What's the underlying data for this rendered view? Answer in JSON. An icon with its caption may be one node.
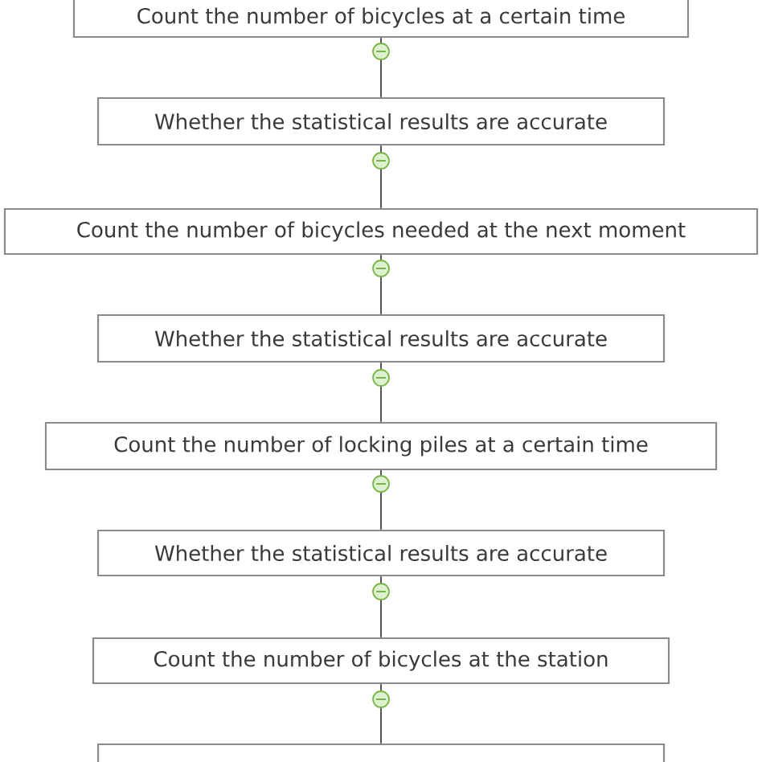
{
  "diagram": {
    "nodes": [
      {
        "text": [
          "Count the number of bicycles at a certain time"
        ]
      },
      {
        "text": [
          "Whether the statistical results are accurate"
        ]
      },
      {
        "text": [
          "Count the number of bicycles needed at the next moment"
        ]
      },
      {
        "text": [
          "Whether the statistical results are accurate"
        ]
      },
      {
        "text": [
          "Count the number of locking piles at a certain time"
        ]
      },
      {
        "text": [
          "Whether the statistical results are accurate"
        ]
      },
      {
        "text": [
          "Count the number of bicycles at the station"
        ]
      },
      {
        "text": [],
        "shape": "box"
      }
    ],
    "edges": [
      {
        "from": 0,
        "to": 1,
        "arrow": "none"
      },
      {
        "from": 1,
        "to": 2,
        "arrow": "none"
      },
      {
        "from": 2,
        "to": 3,
        "arrow": "none"
      },
      {
        "from": 3,
        "to": 4,
        "arrow": "none"
      },
      {
        "from": 4,
        "to": 5,
        "arrow": "none"
      },
      {
        "from": 5,
        "to": 6,
        "arrow": "none"
      },
      {
        "from": 6,
        "to": 7,
        "arrow": "none"
      }
    ]
  }
}
